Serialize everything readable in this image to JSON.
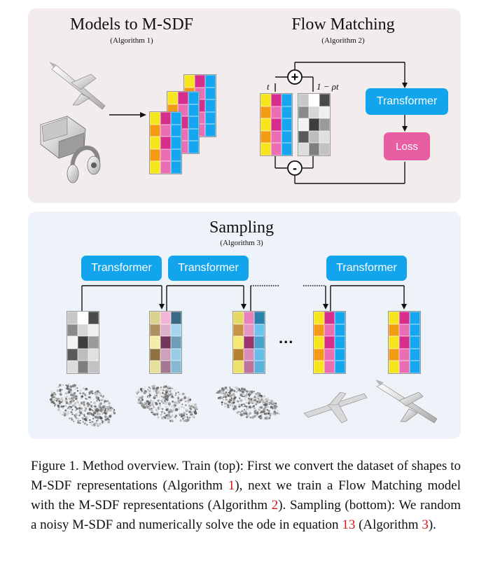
{
  "train": {
    "models_title": "Models to M-SDF",
    "models_sub": "(Algorithm 1)",
    "flow_title": "Flow Matching",
    "flow_sub": "(Algorithm 2)",
    "t_label": "t",
    "noise_label": "1 − ρt",
    "plus_symbol": "+",
    "minus_symbol": "-",
    "transformer_label": "Transformer",
    "loss_label": "Loss"
  },
  "sampling": {
    "title": "Sampling",
    "sub": "(Algorithm 3)",
    "transformer_labels": [
      "Transformer",
      "Transformer",
      "Transformer"
    ],
    "ellipsis": "..."
  },
  "caption": {
    "part1": "Figure 1.  Method overview.  Train (top): First we convert the dataset of shapes to M-SDF representations (Algorithm ",
    "ref1": "1",
    "part2": "), next we train a Flow Matching model with the M-SDF representations (Algorithm ",
    "ref2": "2",
    "part3": ").  Sampling (bottom): We random a noisy M-SDF and numerically solve the ode in equation ",
    "ref3": "13",
    "part4": " (Algorithm ",
    "ref4": "3",
    "part5": ")."
  },
  "colors": {
    "yellow": "#f6e51c",
    "orange": "#f29b13",
    "magenta": "#d62e8a",
    "pink": "#eb6db4",
    "blue": "#16a6ef",
    "transformer": "#12a4ec",
    "loss": "#e75ea3"
  }
}
